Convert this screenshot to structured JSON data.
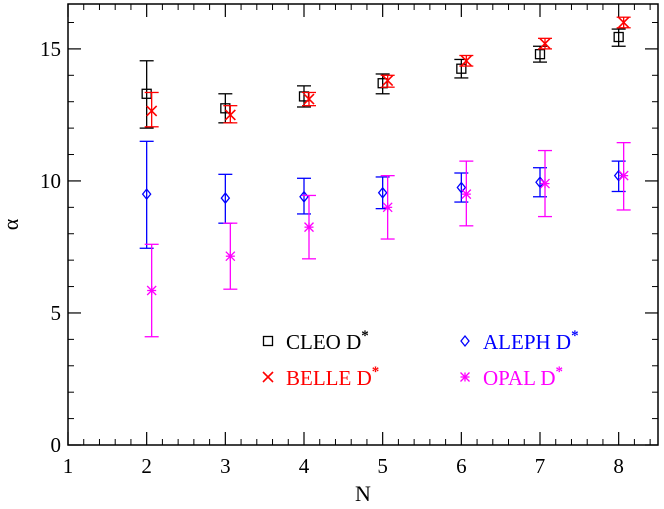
{
  "chart_data": {
    "type": "scatter",
    "xlabel": "N",
    "ylabel": "α",
    "xlim": [
      1,
      8.5
    ],
    "ylim": [
      0,
      16.7
    ],
    "xticks": [
      1,
      2,
      3,
      4,
      5,
      6,
      7,
      8
    ],
    "xtick_labels": [
      "1",
      "2",
      "3",
      "4",
      "5",
      "6",
      "7",
      "8"
    ],
    "yticks": [
      0,
      5,
      10,
      15
    ],
    "ytick_labels": [
      "0",
      "5",
      "10",
      "15"
    ],
    "grid": false,
    "legend_position": "lower-center",
    "series": [
      {
        "name": "CLEO D",
        "sup": "*",
        "color": "#000000",
        "marker": "square",
        "x": [
          2,
          3,
          4,
          5,
          6,
          7,
          8
        ],
        "y": [
          13.3,
          12.75,
          13.2,
          13.7,
          14.25,
          14.8,
          15.45
        ],
        "yerr_low": [
          12.0,
          12.2,
          12.8,
          13.3,
          13.9,
          14.5,
          15.1
        ],
        "yerr_high": [
          14.55,
          13.3,
          13.6,
          14.05,
          14.6,
          15.1,
          15.75
        ]
      },
      {
        "name": "BELLE D",
        "sup": "*",
        "color": "#ff0000",
        "marker": "cross",
        "x": [
          2,
          3,
          4,
          5,
          6,
          7,
          8
        ],
        "y": [
          12.65,
          12.5,
          13.1,
          13.8,
          14.55,
          15.2,
          16.0
        ],
        "yerr_low": [
          12.05,
          12.2,
          12.85,
          13.55,
          14.35,
          15.0,
          15.8
        ],
        "yerr_high": [
          13.35,
          12.85,
          13.35,
          14.0,
          14.75,
          15.4,
          16.2
        ]
      },
      {
        "name": "ALEPH D",
        "sup": "*",
        "color": "#0000ff",
        "marker": "diamond",
        "x": [
          2,
          3,
          4,
          5,
          6,
          7,
          8
        ],
        "y": [
          9.5,
          9.35,
          9.4,
          9.55,
          9.75,
          9.95,
          10.2
        ],
        "yerr_low": [
          7.45,
          8.4,
          8.75,
          8.95,
          9.2,
          9.4,
          9.6
        ],
        "yerr_high": [
          11.5,
          10.25,
          10.1,
          10.15,
          10.3,
          10.5,
          10.75
        ]
      },
      {
        "name": "OPAL D",
        "sup": "*",
        "color": "#ff00ff",
        "marker": "asterisk",
        "x": [
          2,
          3,
          4,
          5,
          6,
          7,
          8
        ],
        "y": [
          5.85,
          7.15,
          8.25,
          9.0,
          9.5,
          9.9,
          10.2
        ],
        "yerr_low": [
          4.1,
          5.9,
          7.05,
          7.8,
          8.3,
          8.65,
          8.9
        ],
        "yerr_high": [
          7.6,
          8.4,
          9.45,
          10.2,
          10.75,
          11.15,
          11.45
        ]
      }
    ]
  }
}
